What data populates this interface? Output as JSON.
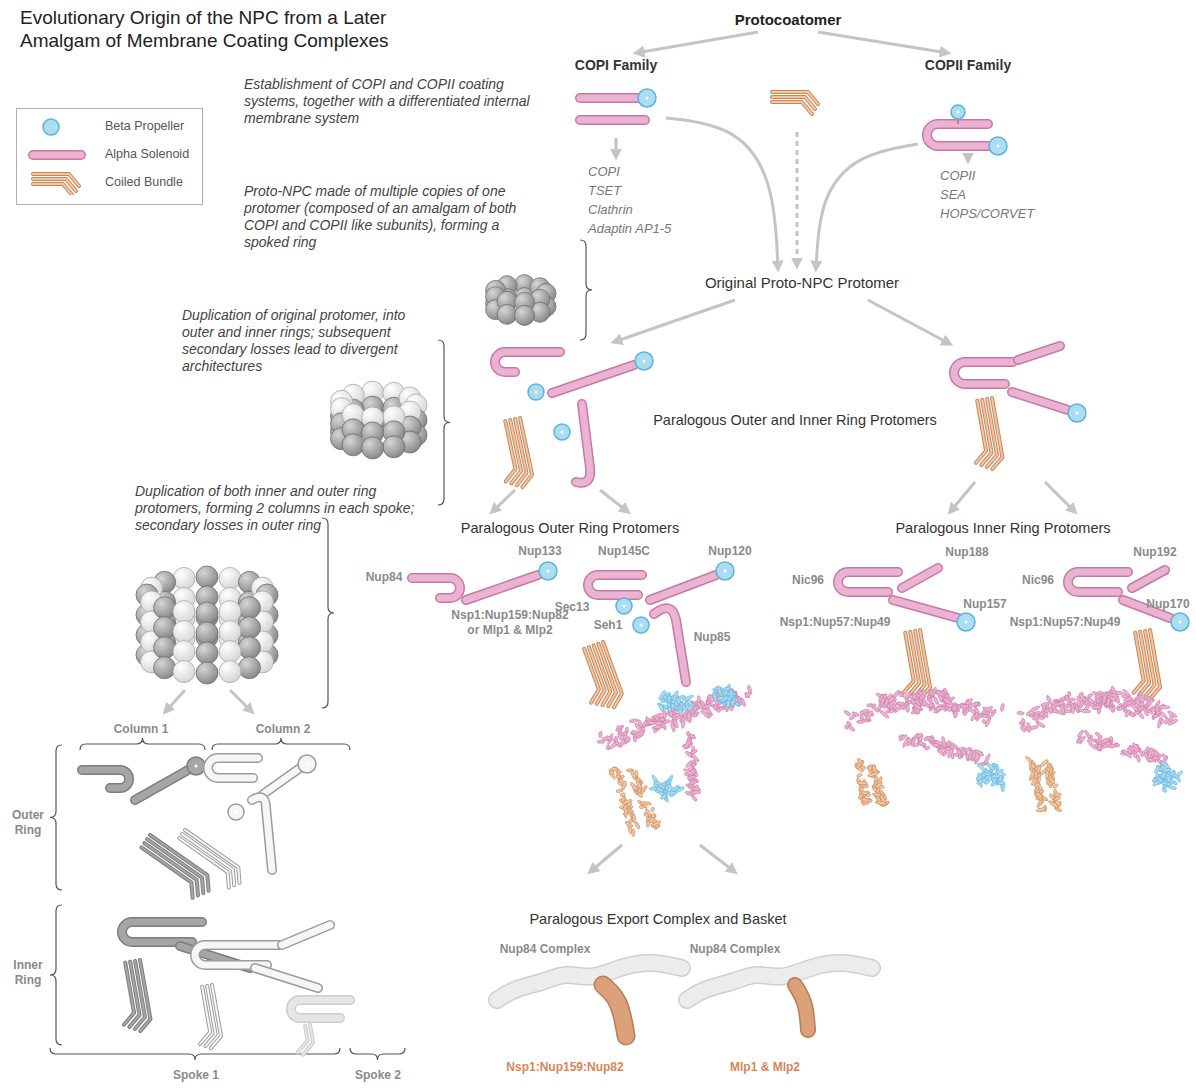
{
  "diagram": {
    "title": "Evolutionary Origin of the NPC from a Later Amalgam of Membrane Coating Complexes",
    "nodes": [
      {
        "text": [
          "Protocoatomer"
        ]
      },
      {
        "text": [
          "COPI Family"
        ]
      },
      {
        "text": [
          "COPII Family"
        ]
      },
      {
        "text": [
          "COPI",
          "TSET",
          "Clathrin",
          "Adaptin AP1-5"
        ]
      },
      {
        "text": [
          "COPII",
          "SEA",
          "HOPS/CORVET"
        ]
      },
      {
        "text": [
          "Original Proto-NPC Protomer"
        ]
      }
    ],
    "edges": [
      {
        "from": 0,
        "to": 1,
        "arrow": "to"
      },
      {
        "from": 0,
        "to": 2,
        "arrow": "to"
      },
      {
        "from": 1,
        "to": 3,
        "arrow": "to"
      },
      {
        "from": 2,
        "to": 4,
        "arrow": "to"
      },
      {
        "from": 1,
        "to": 5,
        "arrow": "to"
      },
      {
        "from": 2,
        "to": 5,
        "arrow": "to"
      }
    ],
    "labels": [
      "Establishment of COPI and COPII coating systems, together with a differentiated internal membrane system",
      "Proto-NPC made of multiple copies of one protomer (composed of an amalgam of both COPI and COPII like subunits), forming a spoked ring",
      "Duplication of original protomer, into outer and inner rings; subsequent secondary losses lead to divergent architectures",
      "Paralogous Outer and Inner Ring Protomers",
      "Duplication of both inner and outer ring protomers, forming 2 columns in each spoke; secondary losses in outer ring",
      "Paralogous Outer Ring Protomers",
      "Paralogous Inner Ring Protomers",
      "Nup84",
      "Nup133",
      "Nup145C",
      "Nup120",
      "Nup188",
      "Nup192",
      "Nic96",
      "Nic96",
      "Sec13",
      "Seh1",
      "Nup157",
      "Nup170",
      "Nsp1:Nup159:Nup82 or Mlp1 & Mlp2",
      "Nup85",
      "Nsp1:Nup57:Nup49",
      "Nsp1:Nup57:Nup49",
      "Column 1",
      "Column 2",
      "Outer Ring",
      "Inner Ring",
      "Paralogous Export Complex and Basket",
      "Nup84 Complex",
      "Nup84 Complex",
      "Nsp1:Nup159:Nup82",
      "Mlp1 & Mlp2",
      "Spoke 1",
      "Spoke 2"
    ],
    "legend": [
      {
        "text": "Beta Propeller",
        "color": "#aadcf2"
      },
      {
        "text": "Alpha Solenoid",
        "color": "#ebb3d3"
      },
      {
        "text": "Coiled Bundle",
        "color": "#f0c7a6"
      }
    ]
  }
}
